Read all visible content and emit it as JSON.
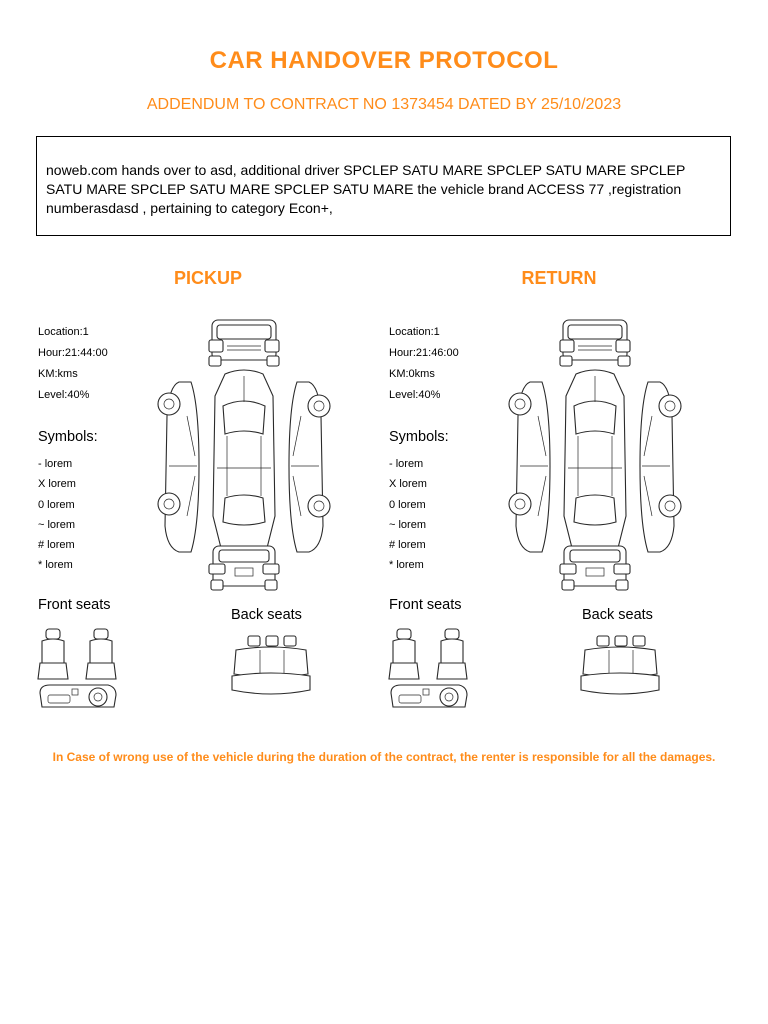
{
  "header": {
    "title": "CAR HANDOVER PROTOCOL",
    "subtitle": "ADDENDUM TO CONTRACT NO 1373454 DATED BY 25/10/2023"
  },
  "intro": {
    "text": "noweb.com hands over to asd, additional driver SPCLEP SATU MARE SPCLEP SATU MARE SPCLEP SATU MARE SPCLEP SATU MARE SPCLEP SATU MARE the vehicle brand ACCESS 77 ,registration numberasdasd , pertaining to category Econ+,"
  },
  "pickup": {
    "title": "PICKUP",
    "location": "Location:1",
    "hour": "Hour:21:44:00",
    "km": "KM:kms",
    "level": "Level:40%",
    "symbols_heading": "Symbols:",
    "symbols": [
      "- lorem",
      "X lorem",
      "0 lorem",
      "~ lorem",
      "# lorem",
      "* lorem"
    ],
    "front_seats": "Front seats",
    "back_seats": "Back seats"
  },
  "return": {
    "title": "RETURN",
    "location": "Location:1",
    "hour": "Hour:21:46:00",
    "km": "KM:0kms",
    "level": "Level:40%",
    "symbols_heading": "Symbols:",
    "symbols": [
      "- lorem",
      "X lorem",
      "0 lorem",
      "~ lorem",
      "# lorem",
      "* lorem"
    ],
    "front_seats": "Front seats",
    "back_seats": "Back seats"
  },
  "footer": {
    "note": "In Case of wrong use of the vehicle during the duration of the contract, the renter is responsible for all the damages."
  },
  "colors": {
    "accent": "#ff8c1a",
    "text": "#000000",
    "line": "#2a2a2a"
  }
}
